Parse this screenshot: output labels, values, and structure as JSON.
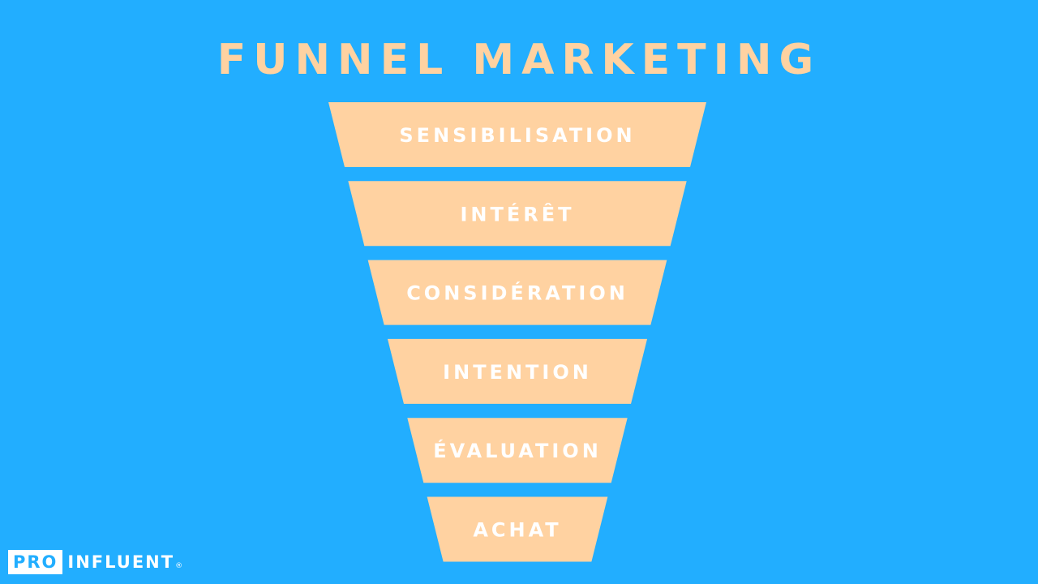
{
  "title": "FUNNEL MARKETING",
  "stages": [
    {
      "label": "SENSIBILISATION"
    },
    {
      "label": "INTÉRÊT"
    },
    {
      "label": "CONSIDÉRATION"
    },
    {
      "label": "INTENTION"
    },
    {
      "label": "ÉVALUATION"
    },
    {
      "label": "ACHAT"
    }
  ],
  "logo": {
    "box_text": "PRO",
    "text": "INFLUENT",
    "mark": "®"
  },
  "colors": {
    "background": "#22AEFF",
    "stage_fill": "#FFD2A1",
    "stage_text": "#FFFFFF",
    "title": "#FFD2A1",
    "logo_box_text": "#22AEFF"
  }
}
